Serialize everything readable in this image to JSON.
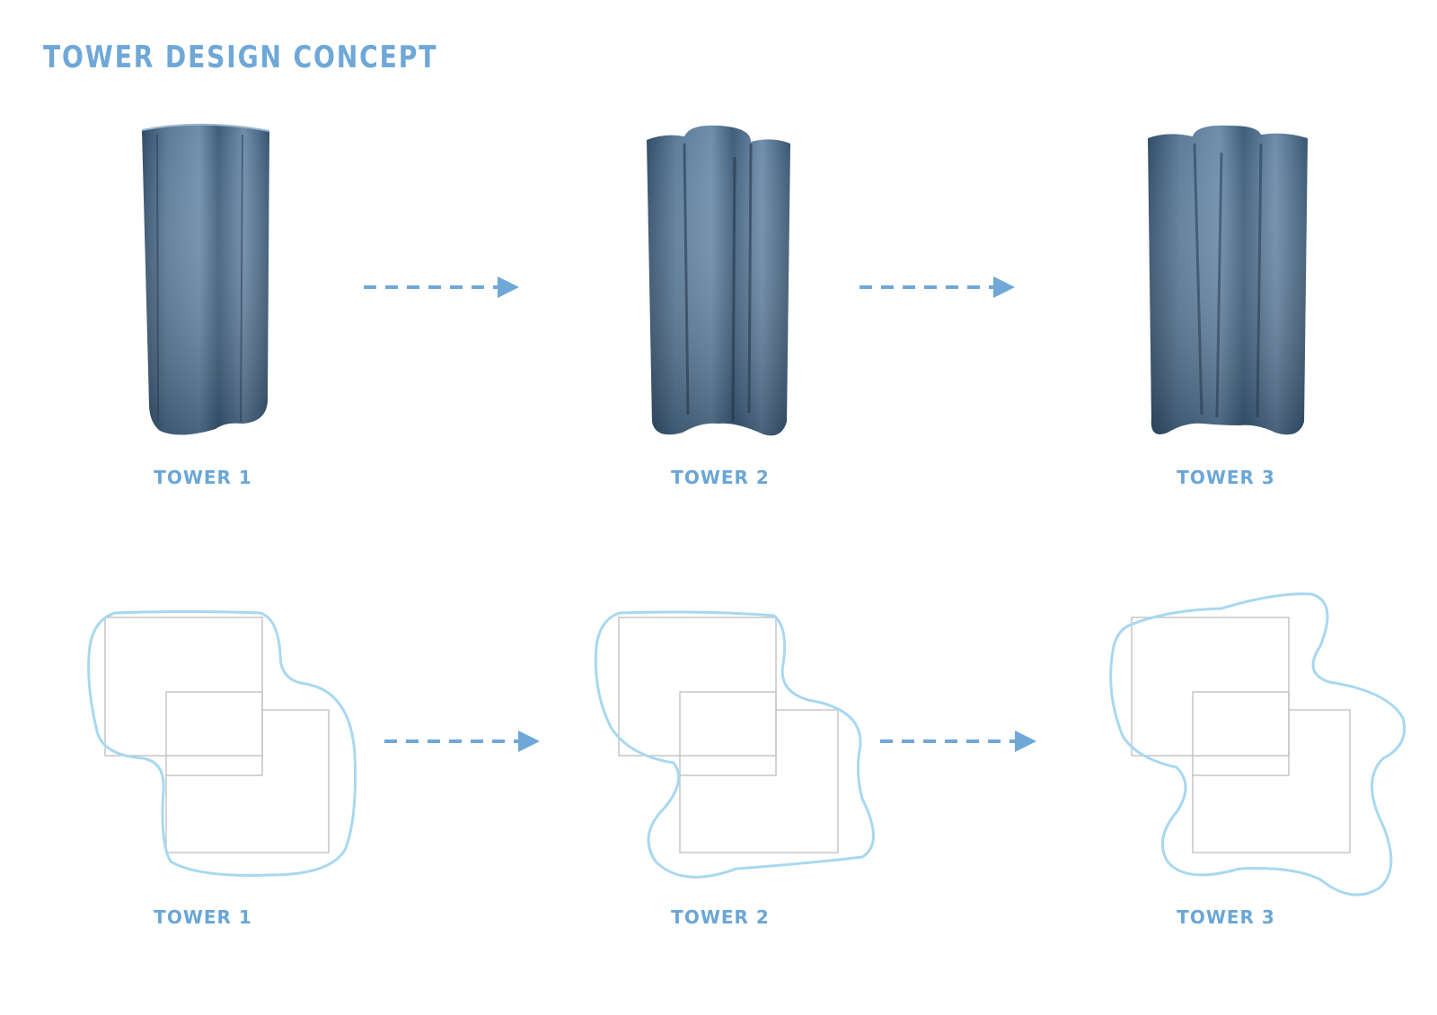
{
  "title": "TOWER DESIGN CONCEPT",
  "colors": {
    "accent": "#6fa8d8",
    "outline": "#a8d8f0",
    "glass": "#3f5f7d",
    "grid": "#bdbdbd"
  },
  "row_models": {
    "labels": [
      "TOWER 1",
      "TOWER 2",
      "TOWER 3"
    ]
  },
  "row_plans": {
    "labels": [
      "TOWER 1",
      "TOWER 2",
      "TOWER 3"
    ]
  }
}
